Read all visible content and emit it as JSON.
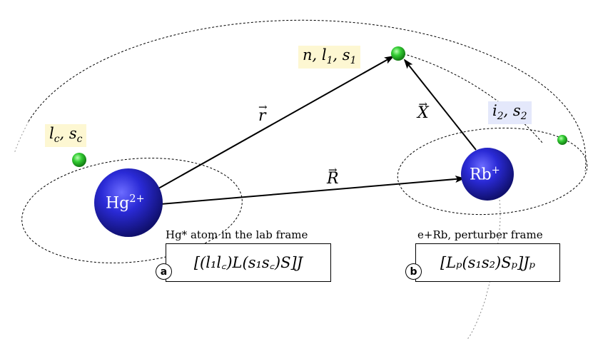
{
  "labels": {
    "electron_outer": "n, l",
    "electron_outer_sub": "1",
    "electron_outer_tail": ", s",
    "electron_outer_sub2": "1",
    "core_electron": "l",
    "core_electron_sub": "c",
    "core_electron_mid": ", s",
    "core_electron_sub2": "c",
    "rb_electron": "i",
    "rb_electron_sub": "2",
    "rb_electron_mid": ", s",
    "rb_electron_sub2": "2"
  },
  "ions": {
    "hg": "Hg",
    "hg_charge": "2+",
    "rb": "Rb",
    "rb_charge": "+"
  },
  "vectors": {
    "r": "r",
    "R": "R",
    "X": "X"
  },
  "frames": {
    "a": {
      "tag": "a",
      "caption": "Hg* atom in the lab frame",
      "coupling": "[(l₁l꜀)L(s₁s꜀)S]J"
    },
    "b": {
      "tag": "b",
      "caption": "e+Rb, perturber frame",
      "coupling": "[Lₚ(s₁s₂)Sₚ]Jₚ"
    }
  },
  "colors": {
    "ion_blue": "#1e1ecc",
    "electron_green": "#22bb22",
    "highlight_yellow": "#fdf7d2",
    "highlight_blue": "#e4e8fb"
  }
}
